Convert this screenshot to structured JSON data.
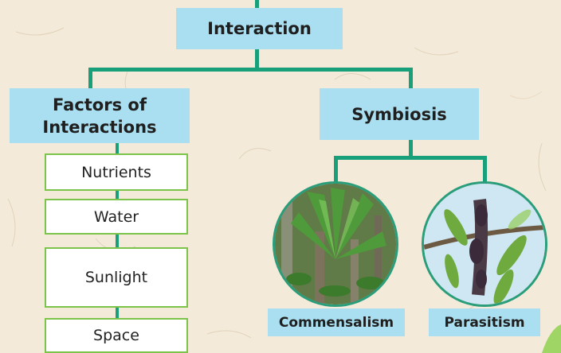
{
  "diagram": {
    "root": "Interaction",
    "left_branch": {
      "title": "Factors of Interactions",
      "title_line1": "Factors of",
      "title_line2": "Interactions",
      "items": [
        "Nutrients",
        "Water",
        "Sunlight",
        "Space"
      ]
    },
    "right_branch": {
      "title": "Symbiosis",
      "children": [
        {
          "label": "Commensalism",
          "image": "fern-on-tree-photo"
        },
        {
          "label": "Parasitism",
          "image": "parasitic-plant-on-branch-photo"
        }
      ]
    },
    "colors": {
      "connector": "#17a07a",
      "header_box": "#a9dff0",
      "item_border": "#7cc34a",
      "background": "#f4ead9"
    }
  }
}
